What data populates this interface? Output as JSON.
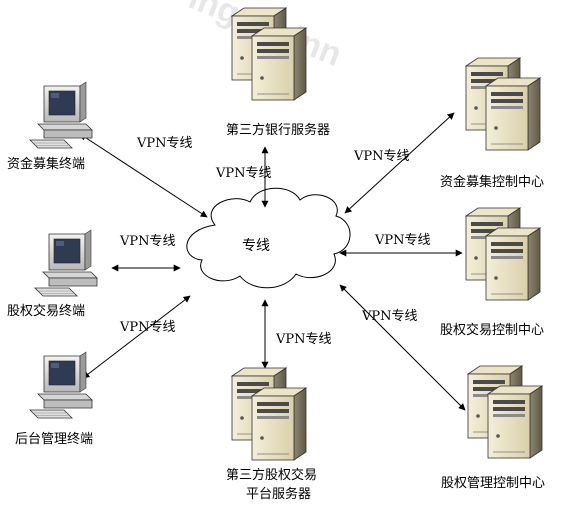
{
  "cloud": {
    "label": "专线"
  },
  "link_label": "VPN专线",
  "nodes": {
    "bank_server": "第三方银行服务器",
    "fund_terminal": "资金募集终端",
    "equity_terminal": "股权交易终端",
    "backoffice_terminal": "后台管理终端",
    "fund_center": "资金募集控制中心",
    "equity_center": "股权交易控制中心",
    "management_center": "股权管理控制中心",
    "platform_server_line1": "第三方股权交易",
    "platform_server_line2": "平台服务器"
  }
}
